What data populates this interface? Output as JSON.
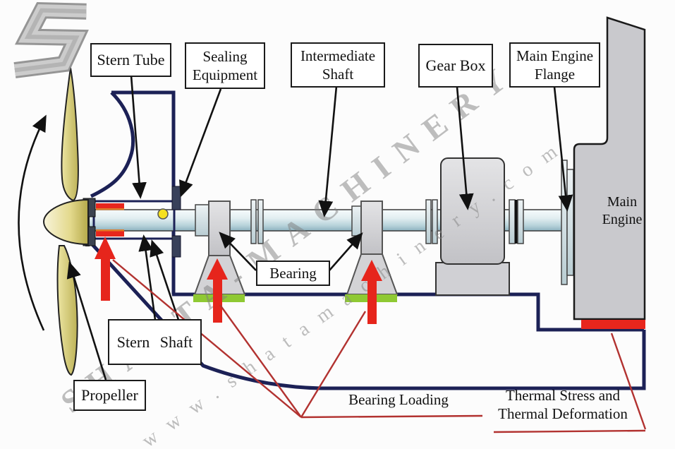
{
  "diagram": {
    "title_context": "Ship propulsion shafting arrangement diagram",
    "labels": {
      "stern_tube": "Stern Tube",
      "sealing_line1": "Sealing",
      "sealing_line2": "Equipment",
      "intermediate_line1": "Intermediate",
      "intermediate_line2": "Shaft",
      "gear_box": "Gear Box",
      "flange_line1": "Main Engine",
      "flange_line2": "Flange",
      "bearing": "Bearing",
      "stern_shaft": "Stern  Shaft",
      "propeller": "Propeller",
      "main_engine_line1": "Main",
      "main_engine_line2": "Engine",
      "bearing_loading": "Bearing Loading",
      "thermal_line1": "Thermal Stress and",
      "thermal_line2": "Thermal Deformation"
    },
    "watermark": {
      "brand": "SHATTA-MACHINERY",
      "url": "www.shatamachinery.com",
      "logo_letter": "S"
    },
    "colors": {
      "hull_navy": "#1c2156",
      "load_arrow_red": "#e6251c",
      "annotation_red": "#b23230",
      "bearing_pad_green": "#8fc933",
      "stern_bearing_red": "#e8261d",
      "stern_bearing_orange": "#e07a28",
      "shaft_steel": "#cfe0e6",
      "machinery_gray": "#cbcbcf",
      "watermark_gray": "#8c8c8c",
      "indicator_dot_yellow": "#f5e01e"
    }
  }
}
